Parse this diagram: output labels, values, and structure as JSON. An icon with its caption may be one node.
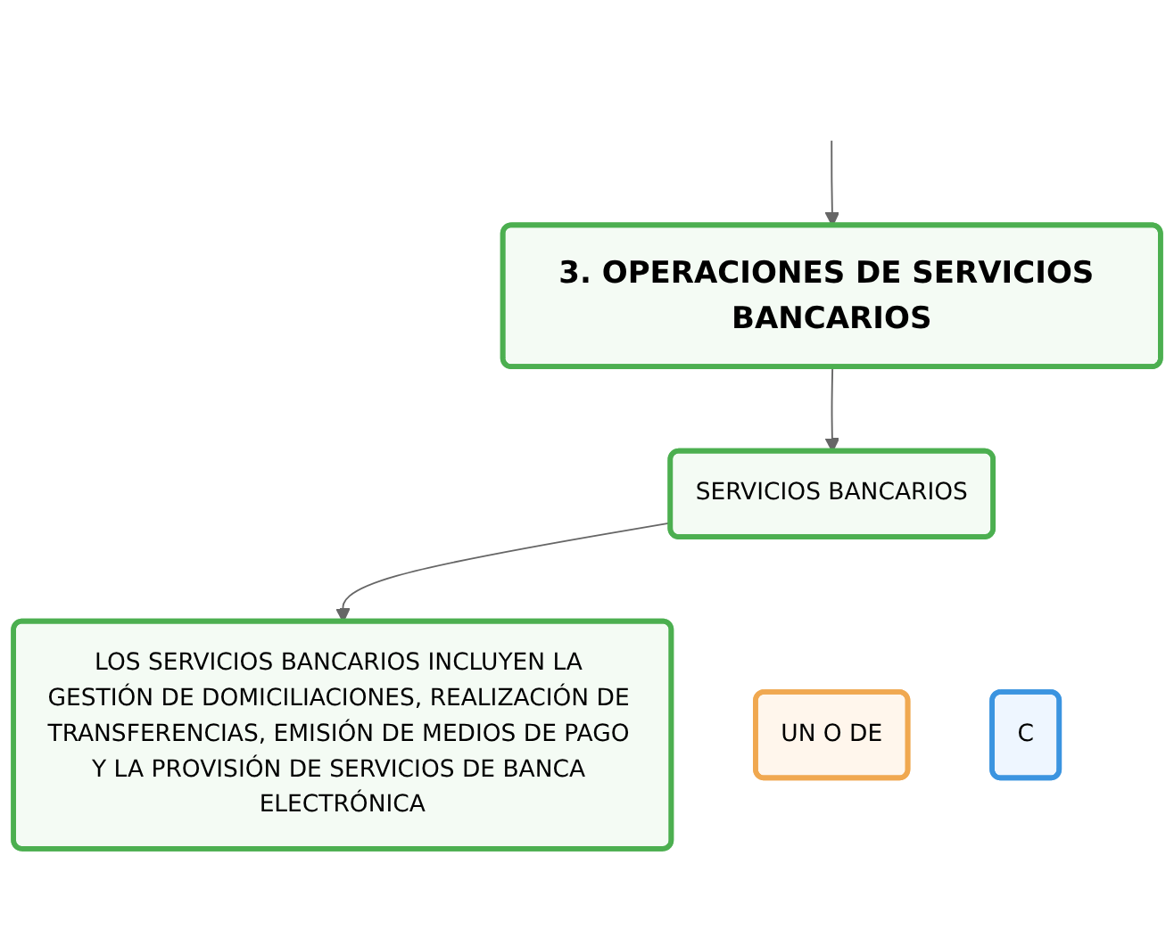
{
  "diagram": {
    "nodes": [
      {
        "text": [
          "3. OPERACIONES DE SERVICIOS BANCARIOS"
        ]
      },
      {
        "text": [
          "SERVICIOS BANCARIOS"
        ]
      },
      {
        "text": [
          "UN O DE"
        ]
      },
      {
        "text": [
          "LOS SERVICIOS BANCARIOS INCLUYEN LA GESTIÓN DE DOMICILIACIONES, REALIZACIÓN DE TRANSFERENCIAS, EMISIÓN DE MEDIOS DE PAGO Y LA PROVISIÓN DE SERVICIOS DE BANCA ELECTRÓNICA"
        ]
      },
      {
        "text": [
          "C"
        ]
      }
    ],
    "edges": [
      {
        "from": null,
        "to": 0,
        "arrow": "to"
      },
      {
        "from": 0,
        "to": 1,
        "arrow": "to"
      },
      {
        "from": 1,
        "to": 3,
        "arrow": "to"
      }
    ]
  }
}
